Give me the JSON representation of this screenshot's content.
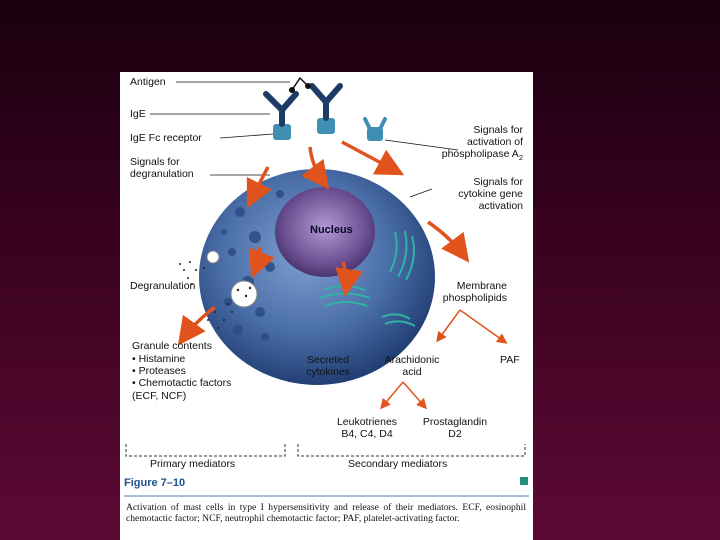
{
  "figure": {
    "labels": {
      "antigen": "Antigen",
      "ige": "IgE",
      "ige_fc_receptor": "IgE Fc receptor",
      "signals_degranulation_1": "Signals for",
      "signals_degranulation_2": "degranulation",
      "signals_phospholipase_1": "Signals for",
      "signals_phospholipase_2": "activation of",
      "signals_phospholipase_3": "phospholipase A",
      "signals_phospholipase_sub": "2",
      "signals_cytokine_1": "Signals for",
      "signals_cytokine_2": "cytokine gene",
      "signals_cytokine_3": "activation",
      "nucleus": "Nucleus",
      "degranulation": "Degranulation",
      "membrane_1": "Membrane",
      "membrane_2": "phospholipids",
      "granule_title": "Granule contents",
      "granule_items": [
        "• Histamine",
        "• Proteases",
        "• Chemotactic factors",
        "(ECF, NCF)"
      ],
      "secreted_1": "Secreted",
      "secreted_2": "cytokines",
      "arachidonic_1": "Arachidonic",
      "arachidonic_2": "acid",
      "paf": "PAF",
      "leukotrienes_1": "Leukotrienes",
      "leukotrienes_2": "B4, C4, D4",
      "prostaglandin_1": "Prostaglandin",
      "prostaglandin_2": "D2",
      "primary_mediators": "Primary mediators",
      "secondary_mediators": "Secondary mediators"
    },
    "figure_label": "Figure 7–10",
    "caption": "Activation of mast cells in type I hypersensitivity and release of their mediators. ECF, eosinophil chemotactic factor; NCF, neutrophil chemotactic factor; PAF, platelet-activating factor."
  },
  "colors": {
    "background_top": "#1a000e",
    "background_bottom": "#5c0a34",
    "cell": "#4a6ea8",
    "nucleus": "#6a4d8f",
    "arrow": "#e0531c",
    "antibody": "#1e3a66",
    "figure_label": "#1f4f8f"
  }
}
